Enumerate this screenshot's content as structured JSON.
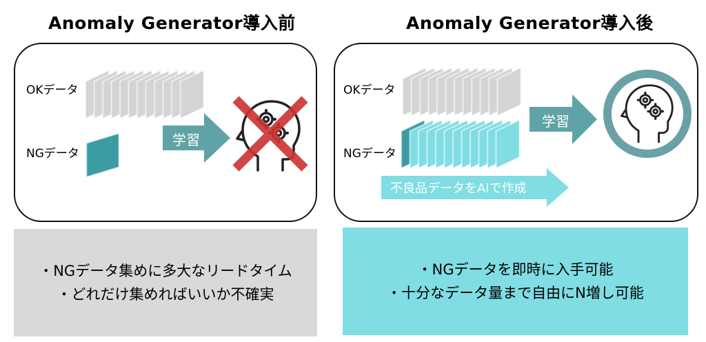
{
  "before": {
    "title": "Anomaly Generator導入前",
    "ok_label": "OKデータ",
    "ng_label": "NGデータ",
    "arrow_label": "学習",
    "notes": [
      "・NGデータ集めに多大なリードタイム",
      "・どれだけ集めればいいか不確実"
    ],
    "note_bg": "#d9d9d9"
  },
  "after": {
    "title": "Anomaly Generator導入後",
    "ok_label": "OKデータ",
    "ng_label": "NGデータ",
    "arrow_label": "学習",
    "gen_label": "不良品データをAIで作成",
    "notes": [
      "・NGデータを即時に入手可能",
      "・十分なデータ量まで自由にN増し可能"
    ],
    "note_bg": "#80dde3"
  },
  "colors": {
    "teal_arrow": "#5fa3a6",
    "ng_teal": "#3b9ca3",
    "cyan_sheet": "#7fdde3",
    "ring": "#6aa1a4",
    "cross": "#cc3333",
    "gray_sheet": "#d4d4d4",
    "light_arrow": "#7fdde3"
  },
  "icons": {
    "head": "head-with-gears-icon",
    "cross": "cross-mark-icon"
  }
}
